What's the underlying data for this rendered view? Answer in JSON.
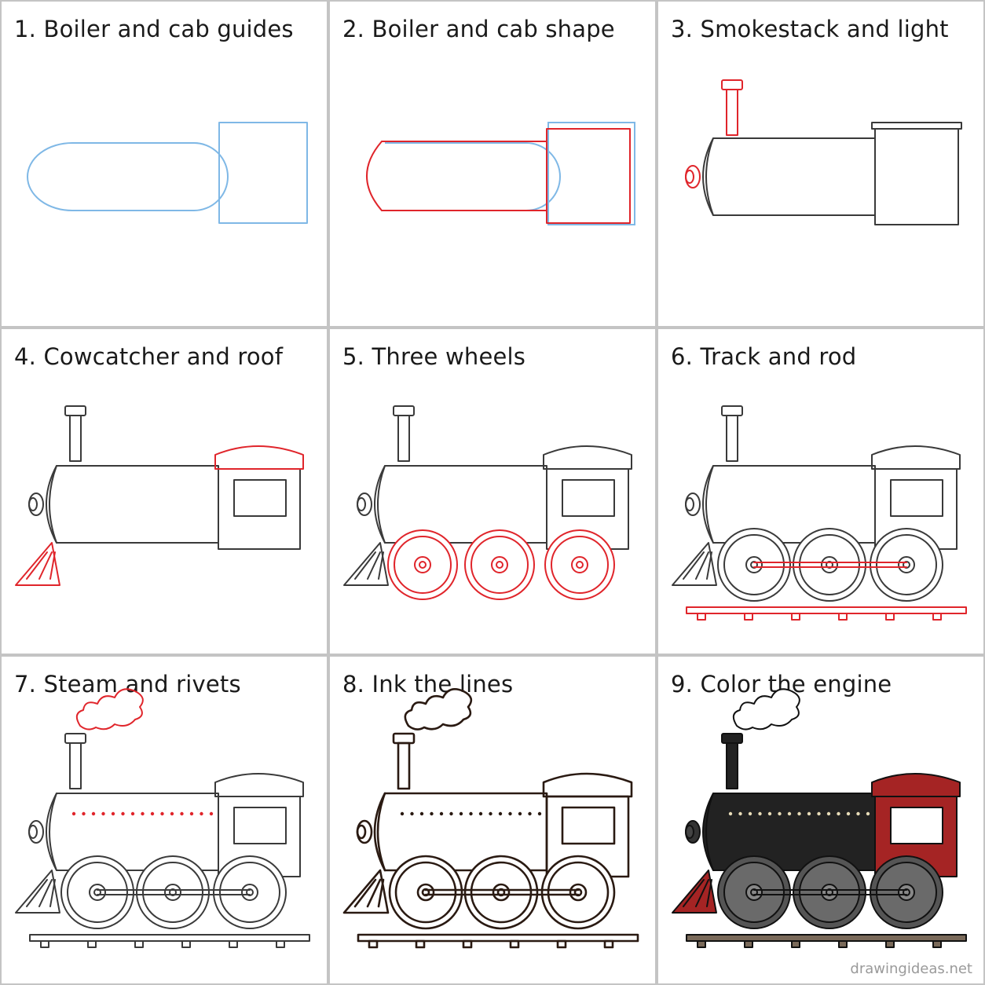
{
  "steps": [
    {
      "label": "1. Boiler and cab guides",
      "icon": "boiler-cab-guides-drawing-icon"
    },
    {
      "label": "2. Boiler and cab shape",
      "icon": "boiler-cab-shape-drawing-icon"
    },
    {
      "label": "3. Smokestack and light",
      "icon": "smokestack-light-drawing-icon"
    },
    {
      "label": "4. Cowcatcher and roof",
      "icon": "cowcatcher-roof-drawing-icon"
    },
    {
      "label": "5. Three wheels",
      "icon": "three-wheels-drawing-icon"
    },
    {
      "label": "6. Track and rod",
      "icon": "track-rod-drawing-icon"
    },
    {
      "label": "7. Steam and rivets",
      "icon": "steam-rivets-drawing-icon"
    },
    {
      "label": "8. Ink the lines",
      "icon": "ink-lines-drawing-icon"
    },
    {
      "label": "9. Color the engine",
      "icon": "colored-locomotive-icon"
    }
  ],
  "credit": "drawingideas.net",
  "colors": {
    "guide_blue": "#7fb8e6",
    "highlight_red": "#e0252b",
    "pencil_gray": "#3a3a3a",
    "ink_brown": "#2a1a12",
    "engine_black": "#222222",
    "cab_red": "#a52424",
    "wheel_gray": "#555555",
    "track_brown": "#7a6a5a",
    "rivet_cream": "#e8dcb8",
    "border_gray": "#c4c4c4"
  }
}
